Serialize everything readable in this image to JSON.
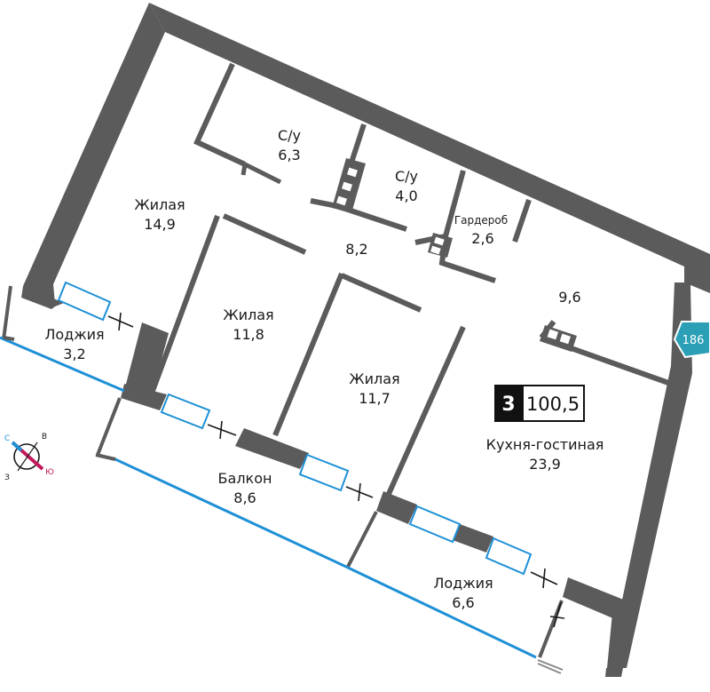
{
  "rooms": [
    {
      "name": "Жилая",
      "area": "14,9"
    },
    {
      "name": "С/у",
      "area": "6,3"
    },
    {
      "name": "С/у",
      "area": "4,0"
    },
    {
      "name": "Гардероб",
      "area": "2,6"
    },
    {
      "name": "",
      "area": "8,2"
    },
    {
      "name": "",
      "area": "9,6"
    },
    {
      "name": "Жилая",
      "area": "11,8"
    },
    {
      "name": "Жилая",
      "area": "11,7"
    },
    {
      "name": "Кухня-гостиная",
      "area": "23,9"
    },
    {
      "name": "Лоджия",
      "area": "3,2"
    },
    {
      "name": "Балкон",
      "area": "8,6"
    },
    {
      "name": "Лоджия",
      "area": "6,6"
    }
  ],
  "summary": {
    "rooms_count": "3",
    "total_area": "100,5"
  },
  "apartment_badge": "186",
  "compass": {
    "north": "С",
    "east": "В",
    "south": "Ю",
    "west": "З"
  },
  "colors": {
    "wall": "#5b5b5b",
    "glass": "#1e90d6",
    "badge": "#2a9fb5",
    "compass_needle": "#c2185b"
  }
}
